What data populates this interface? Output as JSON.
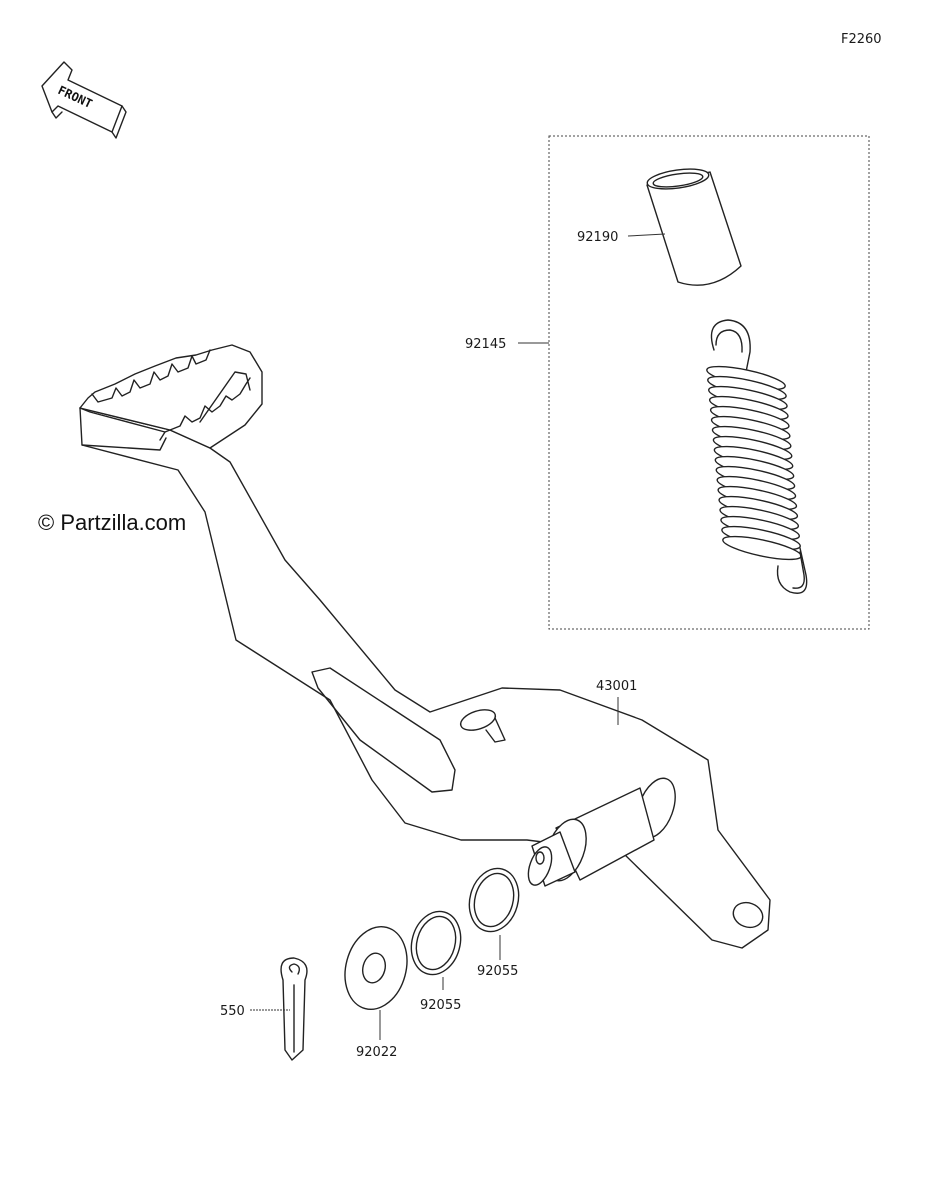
{
  "diagram_code": "F2260",
  "watermark": "© Partzilla.com",
  "front_arrow": {
    "label": "FRONT"
  },
  "colors": {
    "line": "#222222",
    "background": "#ffffff"
  },
  "parts": [
    {
      "number": "92190"
    },
    {
      "number": "92145"
    },
    {
      "number": "43001"
    },
    {
      "number": "92055"
    },
    {
      "number": "92055"
    },
    {
      "number": "92022"
    },
    {
      "number": "550"
    }
  ]
}
